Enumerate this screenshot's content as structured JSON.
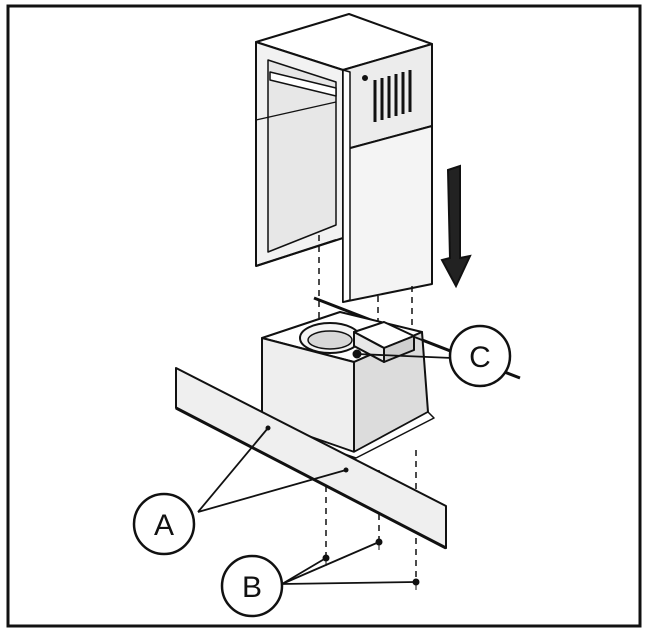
{
  "diagram": {
    "callouts": {
      "A": {
        "label": "A"
      },
      "B": {
        "label": "B"
      },
      "C": {
        "label": "C"
      }
    }
  },
  "colors": {
    "line": "#111111",
    "panel_light": "#f2f2f2",
    "panel_mid": "#e4e4e4",
    "panel_dark": "#d0d0d0",
    "background": "#ffffff"
  },
  "icons": {
    "direction_arrow": "down-arrow-icon"
  }
}
